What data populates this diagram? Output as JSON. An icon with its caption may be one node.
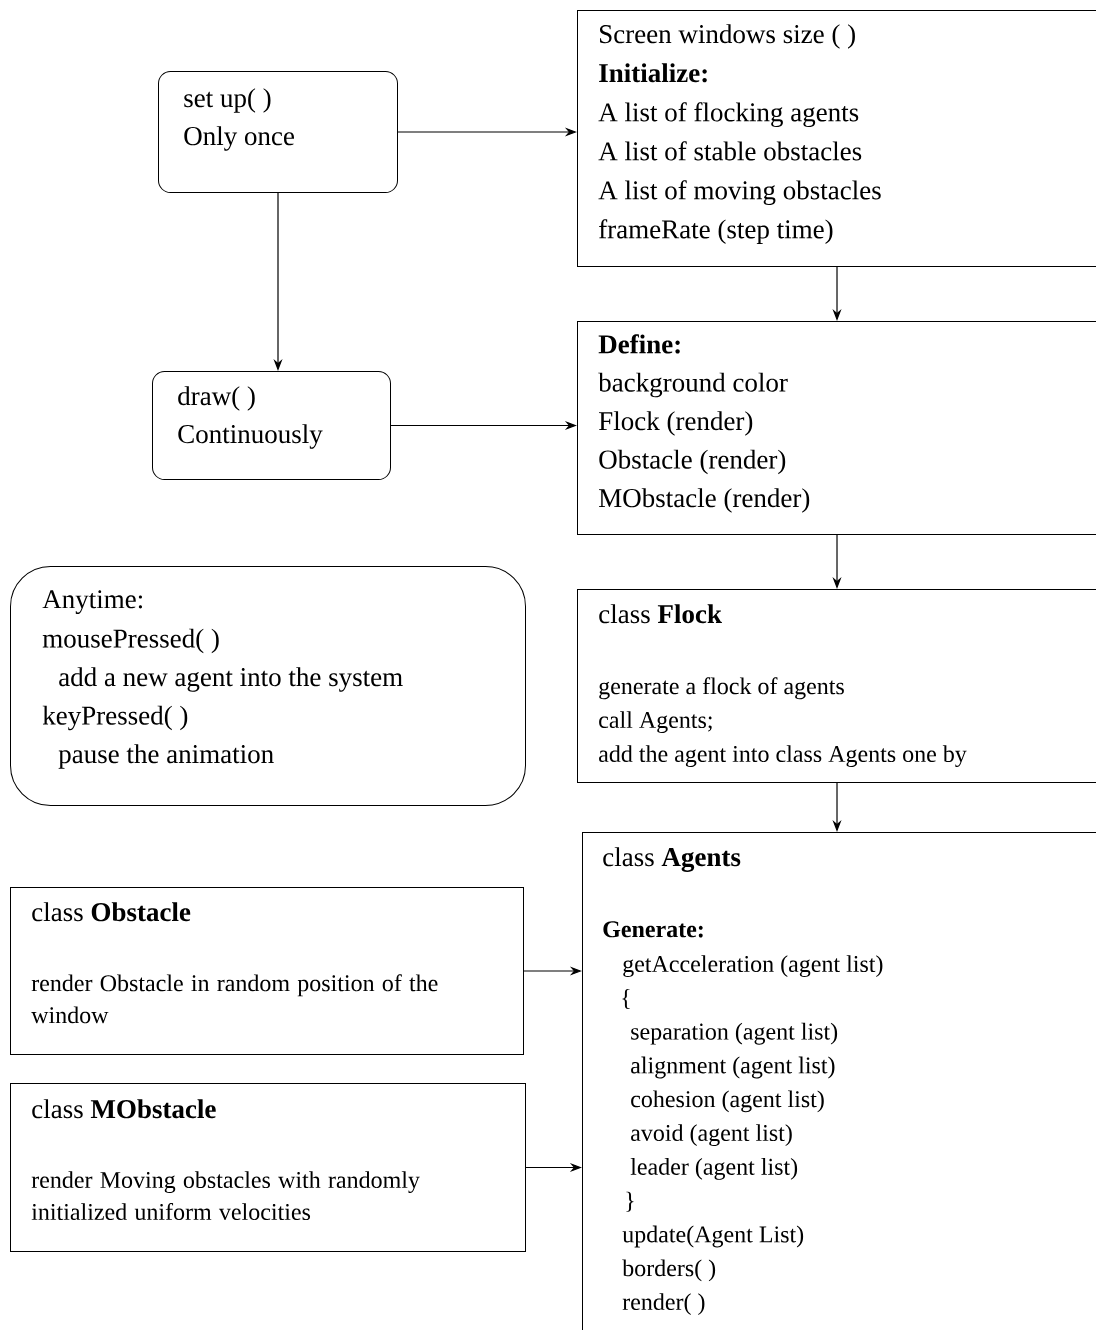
{
  "diagram": {
    "nodes": [
      {
        "text": [
          "set up( )",
          "Only once"
        ]
      },
      {
        "text": [
          "Screen windows size ( )",
          "Initialize:",
          "A list of flocking agents",
          "A list of stable obstacles",
          "A list of moving obstacles",
          "frameRate (step time)"
        ]
      },
      {
        "text": [
          "draw( )",
          "Continuously"
        ]
      },
      {
        "text": [
          "Define:",
          "background color",
          "Flock (render)",
          "Obstacle (render)",
          "MObstacle (render)"
        ]
      },
      {
        "text": [
          "Anytime:",
          "mousePressed( )",
          "add a new agent into the system",
          "keyPressed( )",
          "pause the animation"
        ]
      },
      {
        "text": [
          "class **Flock**",
          "generate a flock of agents",
          "call Agents;",
          "add the agent into class Agents one by"
        ]
      },
      {
        "text": [
          "class **Obstacle**",
          "render Obstacle in random position of the window"
        ]
      },
      {
        "text": [
          "class **MObstacle**",
          "render Moving obstacles with randomly initialized uniform velocities"
        ]
      },
      {
        "text": [
          "class **Agents**",
          "Generate:",
          "getAcceleration (agent list)",
          "{",
          "separation (agent list)",
          "alignment (agent list)",
          "cohesion (agent list)",
          "avoid (agent list)",
          "leader (agent list)",
          "}",
          "update(Agent List)",
          "borders( )",
          "render( )"
        ]
      }
    ],
    "edges": [
      {
        "from": 0,
        "to": 1,
        "arrow": "to"
      },
      {
        "from": 0,
        "to": 2,
        "arrow": "to"
      },
      {
        "from": 2,
        "to": 3,
        "arrow": "to"
      },
      {
        "from": 1,
        "to": 3,
        "arrow": "to"
      },
      {
        "from": 3,
        "to": 5,
        "arrow": "to"
      },
      {
        "from": 5,
        "to": 8,
        "arrow": "to"
      },
      {
        "from": 6,
        "to": 8,
        "arrow": "to"
      },
      {
        "from": 7,
        "to": 8,
        "arrow": "to"
      }
    ]
  }
}
